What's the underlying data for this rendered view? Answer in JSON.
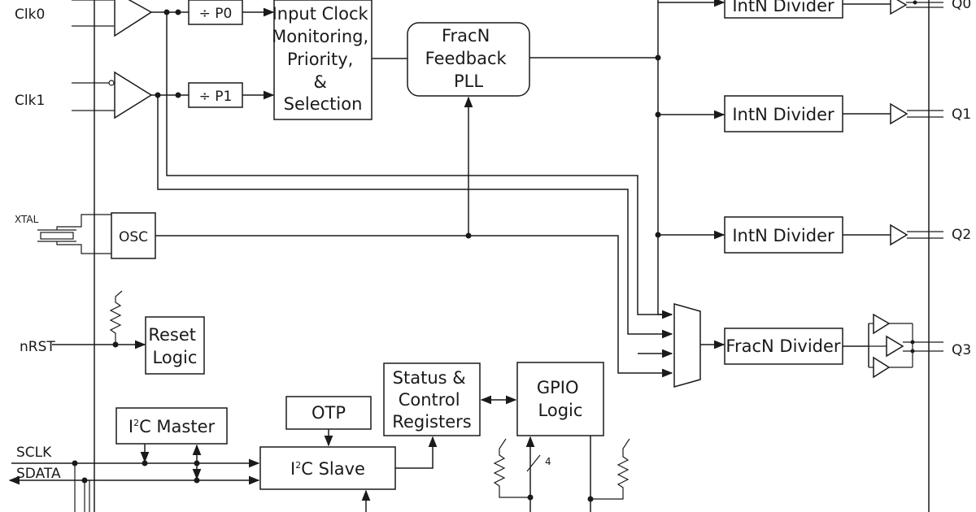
{
  "inputs": {
    "clk0": "Clk0",
    "clk1": "Clk1",
    "xtal": "XTAL",
    "nrst": "nRST",
    "sclk": "SCLK",
    "sdata": "SDATA"
  },
  "prescalers": {
    "p0": "÷ P0",
    "p1": "÷ P1"
  },
  "blocks": {
    "input_clock_lines": [
      "Input Clock",
      "Monitoring,",
      "Priority,",
      "&",
      "Selection"
    ],
    "fracn_pll_lines": [
      "FracN",
      "Feedback",
      "PLL"
    ],
    "osc": "OSC",
    "reset_logic_lines": [
      "Reset",
      "Logic"
    ],
    "i2c_master_prefix": "I",
    "i2c_master_sup": "2",
    "i2c_master_suffix": "C Master",
    "otp": "OTP",
    "i2c_slave_prefix": "I",
    "i2c_slave_sup": "2",
    "i2c_slave_suffix": "C Slave",
    "status_control_lines": [
      "Status &",
      "Control",
      "Registers"
    ],
    "gpio_logic_lines": [
      "GPIO",
      "Logic"
    ],
    "gpio_bus_width": "4"
  },
  "dividers": {
    "intn": "IntN Divider",
    "fracn": "FracN Divider"
  },
  "outputs": {
    "q0": "Q0",
    "q1": "Q1",
    "q2": "Q2",
    "q3": "Q3"
  }
}
